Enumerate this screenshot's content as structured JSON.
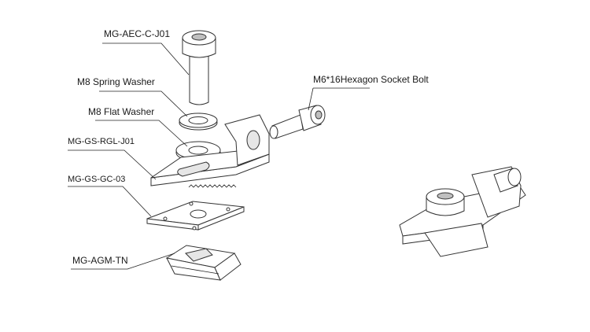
{
  "labels": {
    "bolt_top": "MG-AEC-C-J01",
    "spring_washer": "M8 Spring Washer",
    "flat_washer": "M8 Flat Washer",
    "grounding_clamp_top": "MG-GS-RGL-J01",
    "grounding_clip": "MG-GS-GC-03",
    "t_nut": "MG-AGM-TN",
    "hex_bolt": "M6*16Hexagon Socket Bolt"
  },
  "icons": {
    "socket_head_bolt": "socket-head-cap-bolt-icon",
    "hex_socket_bolt": "hex-socket-bolt-icon"
  }
}
